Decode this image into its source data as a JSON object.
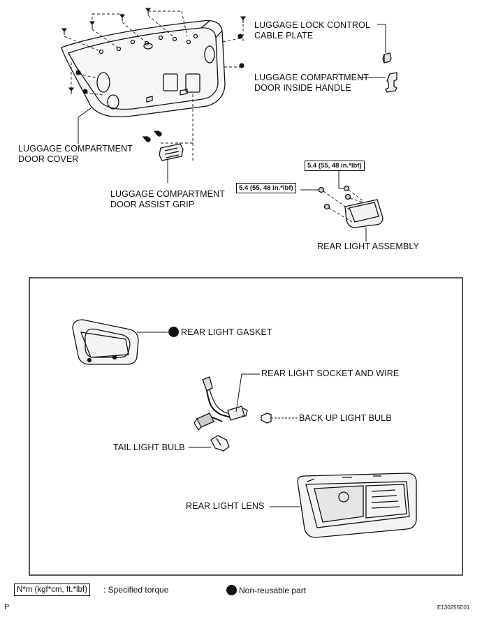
{
  "labels": {
    "lock_control_1": "LUGGAGE LOCK CONTROL",
    "lock_control_2": "CABLE PLATE",
    "inside_handle_1": "LUGGAGE COMPARTMENT",
    "inside_handle_2": "DOOR INSIDE HANDLE",
    "door_cover_1": "LUGGAGE COMPARTMENT",
    "door_cover_2": "DOOR COVER",
    "assist_grip_1": "LUGGAGE COMPARTMENT",
    "assist_grip_2": "DOOR ASSIST GRIP",
    "rear_light_assembly": "REAR LIGHT ASSEMBLY",
    "gasket": "REAR LIGHT GASKET",
    "socket_wire": "REAR LIGHT SOCKET AND WIRE",
    "backup_bulb": "BACK UP LIGHT BULB",
    "tail_bulb": "TAIL LIGHT BULB",
    "lens": "REAR LIGHT LENS"
  },
  "torque": {
    "upper": "5.4 (55, 48 in.*lbf)",
    "lower": "5.4 (55, 48 in.*lbf)"
  },
  "legend": {
    "torque_unit": "N*m (kgf*cm, ft.*lbf)",
    "torque_desc": ": Specified torque",
    "nonreusable": "Non-reusable part"
  },
  "footer": {
    "page_marker": "P",
    "figure_id": "E130255E01"
  }
}
